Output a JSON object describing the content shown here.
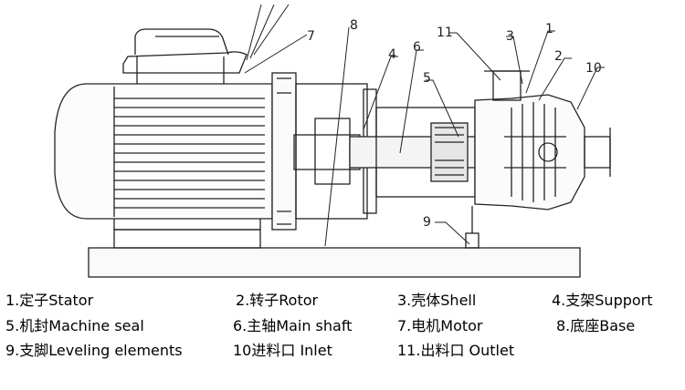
{
  "callouts": [
    "1",
    "2",
    "3",
    "4",
    "5",
    "6",
    "7",
    "8",
    "9",
    "10",
    "11"
  ],
  "legend": [
    "1.定子Stator",
    "2.转子Rotor",
    "3.壳体Shell",
    "4.支架Support",
    "5.机封Machine seal",
    "6.主轴Main shaft",
    "7.电机Motor",
    "8.底座Base",
    "9.支脚Leveling elements",
    "10进料口 Inlet",
    "11.出料口 Outlet"
  ]
}
